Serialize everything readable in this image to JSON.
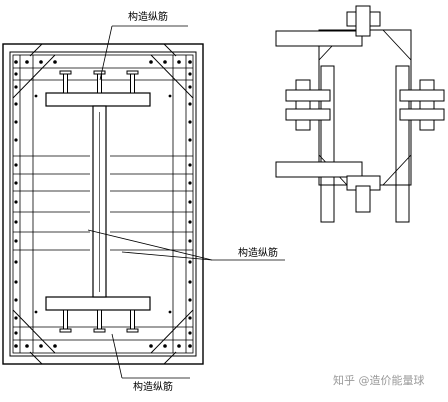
{
  "labels": {
    "top": "构造纵筋",
    "middle": "构造纵筋",
    "bottom": "构造纵筋"
  },
  "watermark": "知乎 @造价能量球",
  "colors": {
    "line": "#000000",
    "watermark": "#9a9a9a"
  }
}
